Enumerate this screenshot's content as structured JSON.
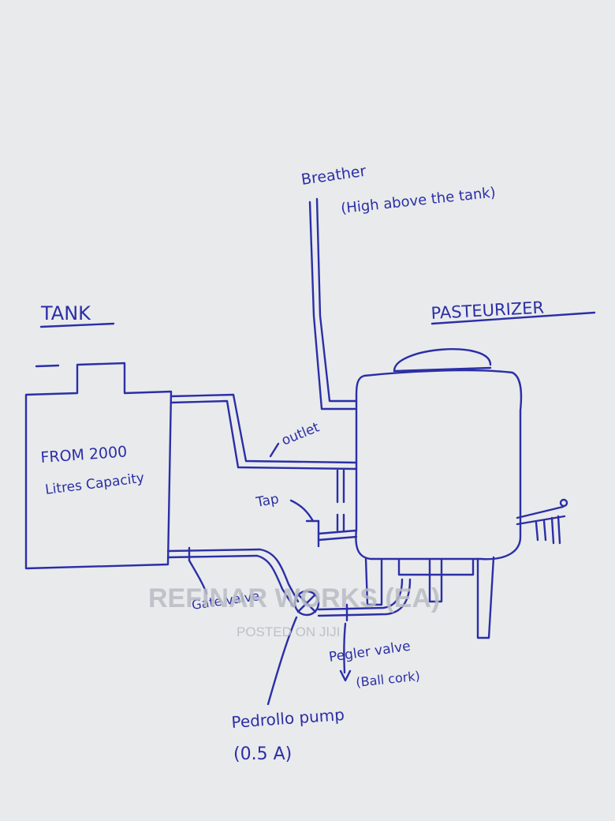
{
  "labels": {
    "tank_title": "TANK",
    "tank_text_line1": "FROM 2000",
    "tank_text_line2": "Litres Capacity",
    "breather": "Breather",
    "breather_note": "(High above the tank)",
    "pasteurizer": "PASTEURIZER",
    "outlet": "outlet",
    "tap": "Tap",
    "gate_valve": "Gate valve",
    "pegler_valve": "Pegler valve",
    "ball_cork": "(Ball cork)",
    "pump_name": "Pedrollo pump",
    "pump_rating": "(0.5 A)"
  },
  "watermark": {
    "brand": "REFINAR WORKS (EA)",
    "posted": "POSTED ON JIJI"
  },
  "colors": {
    "ink": "#2b2fa6",
    "paper": "#e9eaec",
    "watermark": "#b9bcc4"
  }
}
